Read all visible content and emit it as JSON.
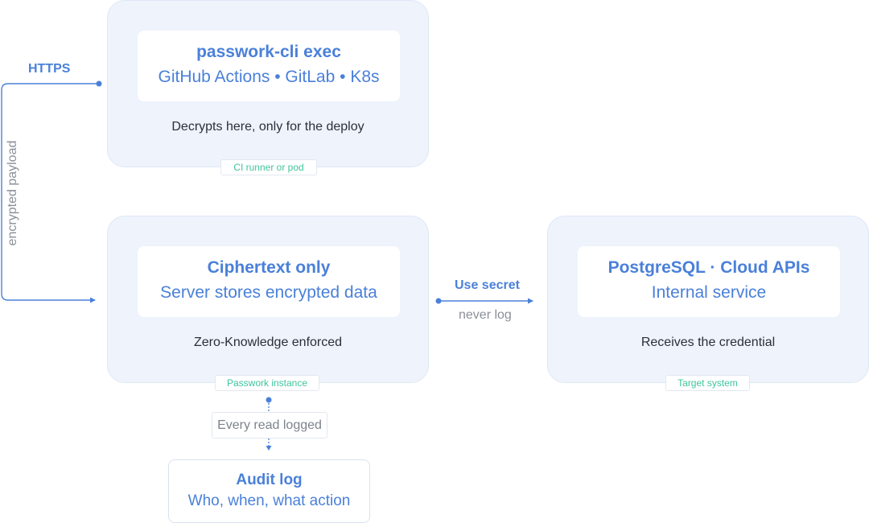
{
  "nodes": {
    "ci_runner": {
      "title": "passwork-cli exec",
      "subtitle": "GitHub Actions • GitLab • K8s",
      "caption": "Decrypts here, only for the deploy",
      "tag": "CI runner or pod"
    },
    "passwork": {
      "title": "Ciphertext only",
      "subtitle": "Server stores encrypted data",
      "caption": "Zero-Knowledge enforced",
      "tag": "Passwork instance"
    },
    "target": {
      "title": "PostgreSQL · Cloud APIs",
      "subtitle": "Internal service",
      "caption": "Receives the credential",
      "tag": "Target system"
    },
    "audit": {
      "title": "Audit log",
      "subtitle": "Who, when, what action"
    }
  },
  "connectors": {
    "https": {
      "label": "HTTPS",
      "vertical_label": "encrypted payload"
    },
    "use_secret": {
      "label": "Use secret",
      "note": "never log"
    },
    "audit_read": {
      "label": "Every read logged"
    }
  },
  "colors": {
    "accent": "#4a80d9",
    "tag_green": "#3fc49c",
    "card_bg": "#eef3fc",
    "muted_text": "#8a8f98"
  }
}
